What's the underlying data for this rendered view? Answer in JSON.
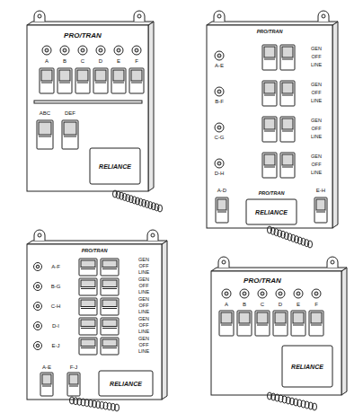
{
  "diagram": {
    "labels": [
      "PRO/TRAN",
      "A",
      "B",
      "C",
      "D",
      "E",
      "F",
      "ABC",
      "DEF",
      "RELIANCE",
      "PRO/TRAN",
      "A-E",
      "GEN",
      "OFF",
      "LINE",
      "B-F",
      "GEN",
      "OFF",
      "LINE",
      "C-G",
      "GEN",
      "OFF",
      "LINE",
      "D-H",
      "GEN",
      "OFF",
      "LINE",
      "A-D",
      "E-H",
      "PRO/TRAN",
      "RELIANCE",
      "PRO/TRAN",
      "A-F",
      "GEN",
      "OFF",
      "LINE",
      "B-G",
      "GEN",
      "OFF",
      "LINE",
      "C-H",
      "GEN",
      "OFF",
      "LINE",
      "D-I",
      "GEN",
      "OFF",
      "LINE",
      "E-J",
      "GEN",
      "OFF",
      "LINE",
      "A-E",
      "F-J",
      "RELIANCE",
      "PRO/TRAN",
      "A",
      "B",
      "C",
      "D",
      "E",
      "F",
      "RELIANCE"
    ]
  }
}
